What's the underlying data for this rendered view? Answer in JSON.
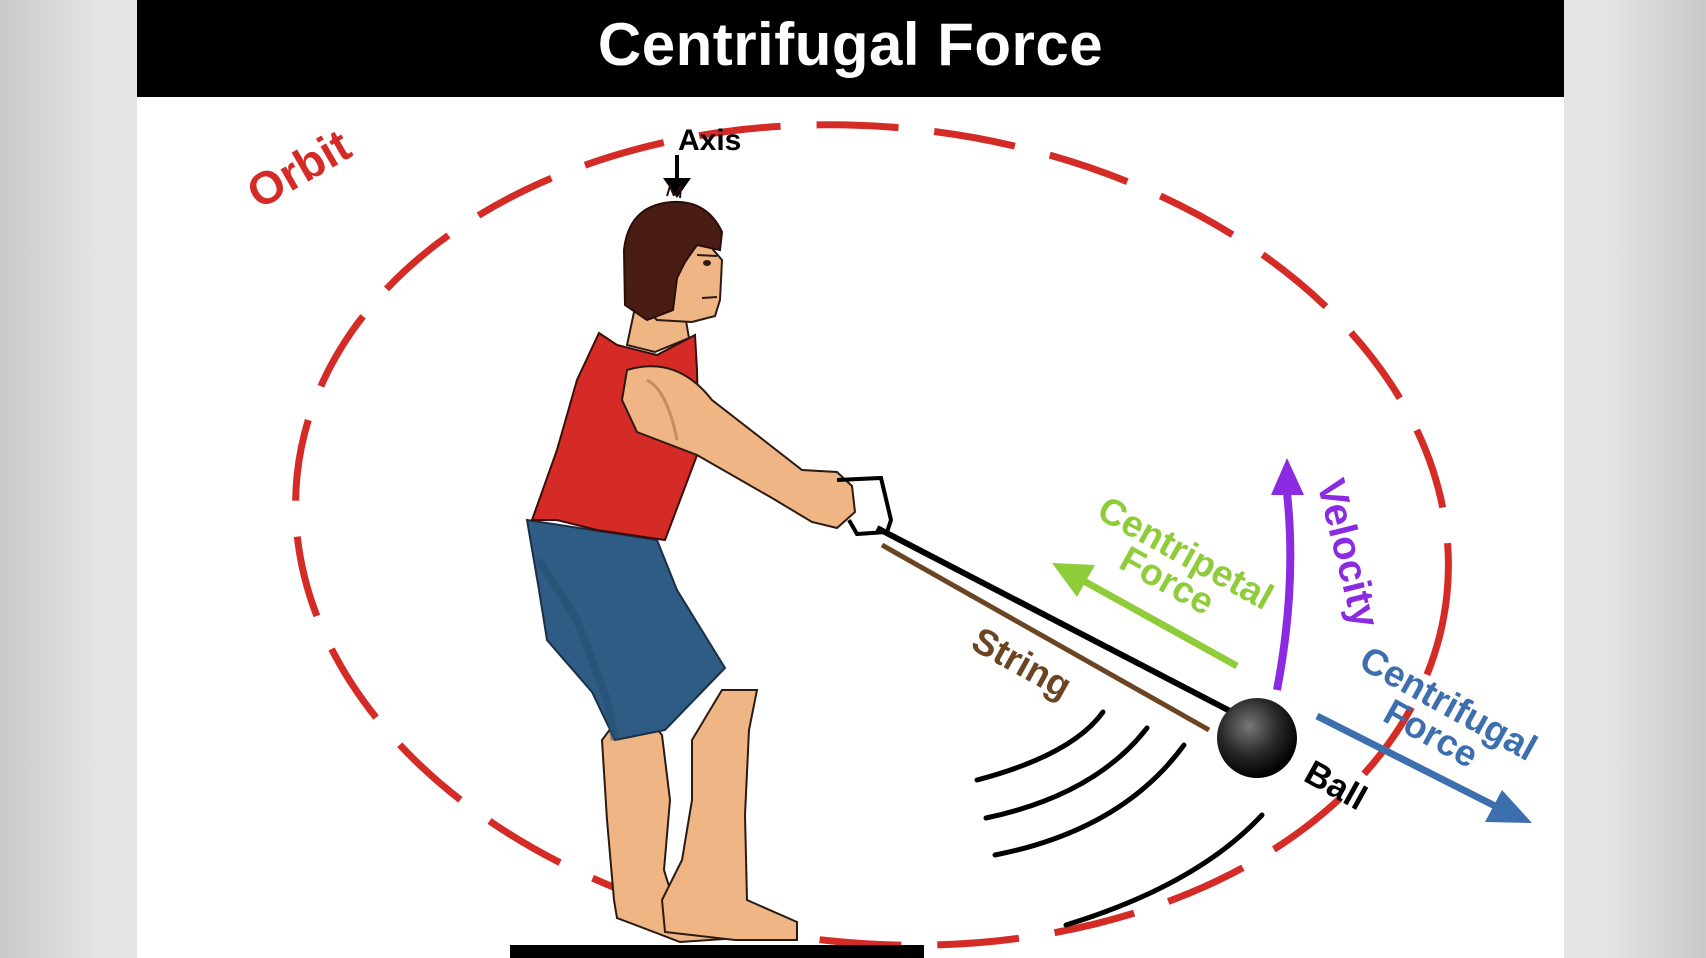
{
  "title": "Centrifugal Force",
  "labels": {
    "orbit": "Orbit",
    "axis": "Axis",
    "centripetal_line1": "Centripetal",
    "centripetal_line2": "Force",
    "velocity": "Velocity",
    "centrifugal_line1": "Centrifugal",
    "centrifugal_line2": "Force",
    "string": "String",
    "ball": "Ball"
  },
  "colors": {
    "orbit": "#d42b27",
    "centripetal": "#8fcc3a",
    "velocity": "#8a2be2",
    "centrifugal": "#3d6fae",
    "string": "#6b4422",
    "shirt": "#d42b27",
    "shorts": "#2f5c84",
    "skin": "#efb584",
    "hair": "#4a1d14"
  }
}
